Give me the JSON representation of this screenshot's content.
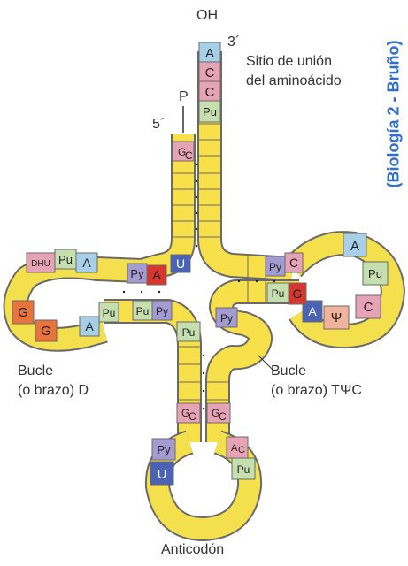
{
  "labels": {
    "oh": "OH",
    "three_prime": "3´",
    "p": "P",
    "five_prime": "5´",
    "binding_site_line1": "Sitio de unión",
    "binding_site_line2": "del aminoácido",
    "loop_d_line1": "Bucle",
    "loop_d_line2": "(o brazo) D",
    "loop_t_line1": "Bucle",
    "loop_t_line2": "(o brazo) TΨC",
    "anticodon": "Anticodón",
    "credit": "(Biología 2 - Bruño)"
  },
  "bases": {
    "acceptor": [
      "A",
      "C",
      "C",
      "Pu"
    ],
    "acceptor_pair_5": "G",
    "acceptor_pair_3": "C",
    "d_arm": [
      "U",
      "A",
      "Py",
      "A",
      "Pu",
      "DHU",
      "G",
      "G",
      "A",
      "Pu",
      "Pu",
      "Py",
      "Pu"
    ],
    "t_arm": [
      "Py",
      "C",
      "A",
      "Pu",
      "C",
      "Ψ",
      "A",
      "G",
      "Pu",
      "Py"
    ],
    "anticodon_arm": [
      "G",
      "C",
      "G",
      "C",
      "Py",
      "U",
      "A",
      "C",
      "Pu"
    ]
  },
  "colors": {
    "stem_yellow": "#f7e04a",
    "loop_yellow": "#f3e04c",
    "adenine_blue": "#a8cfe8",
    "cytosine_pink": "#e7a3b6",
    "purine_green": "#c6dfae",
    "pyrimidine_purple": "#a49bd2",
    "guanine_orange": "#e8733c",
    "uracil_blue": "#4a63b5",
    "adenine_red": "#d8352f",
    "psi_peach": "#f2b39c",
    "outline": "#6a6a6a",
    "credit_blue": "#2f6fd0"
  }
}
